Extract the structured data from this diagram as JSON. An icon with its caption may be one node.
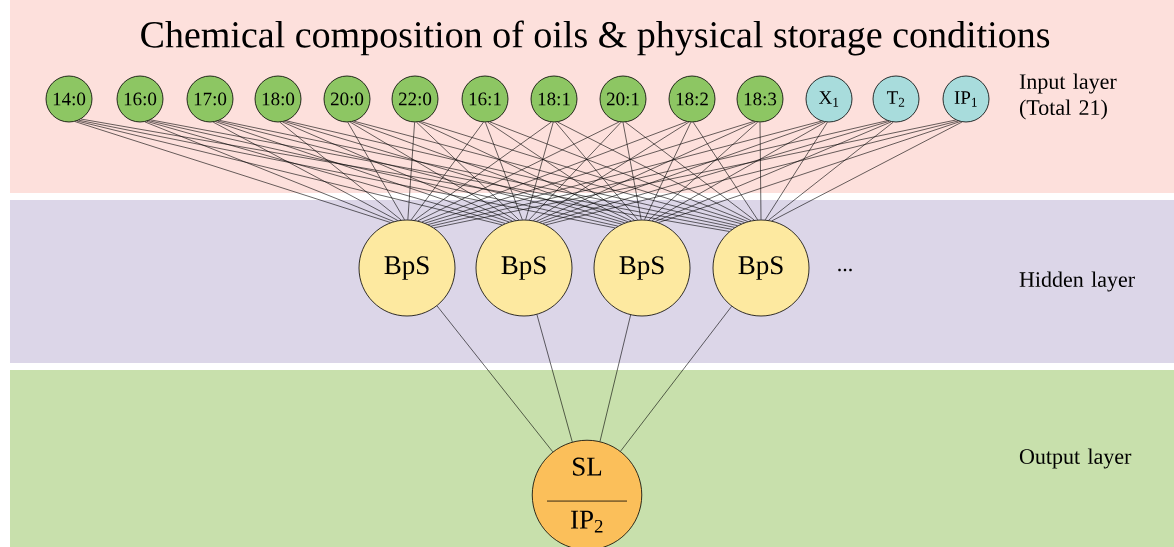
{
  "diagram": {
    "title": "Chemical composition of oils & physical storage conditions",
    "nodes": [
      {
        "text": [
          "Input layer (Total 21)"
        ]
      },
      {
        "text": [
          "14:0"
        ],
        "in": 0
      },
      {
        "text": [
          "16:0"
        ],
        "in": 0
      },
      {
        "text": [
          "17:0"
        ],
        "in": 0
      },
      {
        "text": [
          "18:0"
        ],
        "in": 0
      },
      {
        "text": [
          "20:0"
        ],
        "in": 0
      },
      {
        "text": [
          "22:0"
        ],
        "in": 0
      },
      {
        "text": [
          "16:1"
        ],
        "in": 0
      },
      {
        "text": [
          "18:1"
        ],
        "in": 0
      },
      {
        "text": [
          "20:1"
        ],
        "in": 0
      },
      {
        "text": [
          "18:2"
        ],
        "in": 0
      },
      {
        "text": [
          "18:3"
        ],
        "in": 0
      },
      {
        "text": [
          "X$_{1}$"
        ],
        "in": 0
      },
      {
        "text": [
          "T$_{2}$"
        ],
        "in": 0
      },
      {
        "text": [
          "IP$_{1}$"
        ],
        "in": 0
      },
      {
        "text": [
          "Hidden layer"
        ]
      },
      {
        "text": [
          "BpS"
        ],
        "in": 15
      },
      {
        "text": [
          "BpS"
        ],
        "in": 15
      },
      {
        "text": [
          "BpS"
        ],
        "in": 15
      },
      {
        "text": [
          "BpS"
        ],
        "in": 15
      },
      {
        "text": [
          "Output layer"
        ]
      },
      {
        "text": [
          "SL",
          "IP$_{2}$"
        ],
        "in": 20
      }
    ],
    "edges": [
      {
        "from": 1,
        "to": 16,
        "arrow": "none"
      },
      {
        "from": 1,
        "to": 17,
        "arrow": "none"
      },
      {
        "from": 1,
        "to": 18,
        "arrow": "none"
      },
      {
        "from": 1,
        "to": 19,
        "arrow": "none"
      },
      {
        "from": 2,
        "to": 16,
        "arrow": "none"
      },
      {
        "from": 2,
        "to": 17,
        "arrow": "none"
      },
      {
        "from": 2,
        "to": 18,
        "arrow": "none"
      },
      {
        "from": 2,
        "to": 19,
        "arrow": "none"
      },
      {
        "from": 3,
        "to": 16,
        "arrow": "none"
      },
      {
        "from": 3,
        "to": 17,
        "arrow": "none"
      },
      {
        "from": 3,
        "to": 18,
        "arrow": "none"
      },
      {
        "from": 3,
        "to": 19,
        "arrow": "none"
      },
      {
        "from": 4,
        "to": 16,
        "arrow": "none"
      },
      {
        "from": 4,
        "to": 17,
        "arrow": "none"
      },
      {
        "from": 4,
        "to": 18,
        "arrow": "none"
      },
      {
        "from": 4,
        "to": 19,
        "arrow": "none"
      },
      {
        "from": 5,
        "to": 16,
        "arrow": "none"
      },
      {
        "from": 5,
        "to": 17,
        "arrow": "none"
      },
      {
        "from": 5,
        "to": 18,
        "arrow": "none"
      },
      {
        "from": 5,
        "to": 19,
        "arrow": "none"
      },
      {
        "from": 6,
        "to": 16,
        "arrow": "none"
      },
      {
        "from": 6,
        "to": 17,
        "arrow": "none"
      },
      {
        "from": 6,
        "to": 18,
        "arrow": "none"
      },
      {
        "from": 6,
        "to": 19,
        "arrow": "none"
      },
      {
        "from": 7,
        "to": 16,
        "arrow": "none"
      },
      {
        "from": 7,
        "to": 17,
        "arrow": "none"
      },
      {
        "from": 7,
        "to": 18,
        "arrow": "none"
      },
      {
        "from": 7,
        "to": 19,
        "arrow": "none"
      },
      {
        "from": 8,
        "to": 16,
        "arrow": "none"
      },
      {
        "from": 8,
        "to": 17,
        "arrow": "none"
      },
      {
        "from": 8,
        "to": 18,
        "arrow": "none"
      },
      {
        "from": 8,
        "to": 19,
        "arrow": "none"
      },
      {
        "from": 9,
        "to": 16,
        "arrow": "none"
      },
      {
        "from": 9,
        "to": 17,
        "arrow": "none"
      },
      {
        "from": 9,
        "to": 18,
        "arrow": "none"
      },
      {
        "from": 9,
        "to": 19,
        "arrow": "none"
      },
      {
        "from": 10,
        "to": 16,
        "arrow": "none"
      },
      {
        "from": 10,
        "to": 17,
        "arrow": "none"
      },
      {
        "from": 10,
        "to": 18,
        "arrow": "none"
      },
      {
        "from": 10,
        "to": 19,
        "arrow": "none"
      },
      {
        "from": 11,
        "to": 16,
        "arrow": "none"
      },
      {
        "from": 11,
        "to": 17,
        "arrow": "none"
      },
      {
        "from": 11,
        "to": 18,
        "arrow": "none"
      },
      {
        "from": 11,
        "to": 19,
        "arrow": "none"
      },
      {
        "from": 12,
        "to": 16,
        "arrow": "none"
      },
      {
        "from": 12,
        "to": 17,
        "arrow": "none"
      },
      {
        "from": 12,
        "to": 18,
        "arrow": "none"
      },
      {
        "from": 12,
        "to": 19,
        "arrow": "none"
      },
      {
        "from": 13,
        "to": 16,
        "arrow": "none"
      },
      {
        "from": 13,
        "to": 17,
        "arrow": "none"
      },
      {
        "from": 13,
        "to": 18,
        "arrow": "none"
      },
      {
        "from": 13,
        "to": 19,
        "arrow": "none"
      },
      {
        "from": 14,
        "to": 16,
        "arrow": "none"
      },
      {
        "from": 14,
        "to": 17,
        "arrow": "none"
      },
      {
        "from": 14,
        "to": 18,
        "arrow": "none"
      },
      {
        "from": 14,
        "to": 19,
        "arrow": "none"
      },
      {
        "from": 16,
        "to": 21,
        "arrow": "none"
      },
      {
        "from": 17,
        "to": 21,
        "arrow": "none"
      },
      {
        "from": 18,
        "to": 21,
        "arrow": "none"
      },
      {
        "from": 19,
        "to": 21,
        "arrow": "none"
      }
    ],
    "labels": [
      "..."
    ]
  }
}
